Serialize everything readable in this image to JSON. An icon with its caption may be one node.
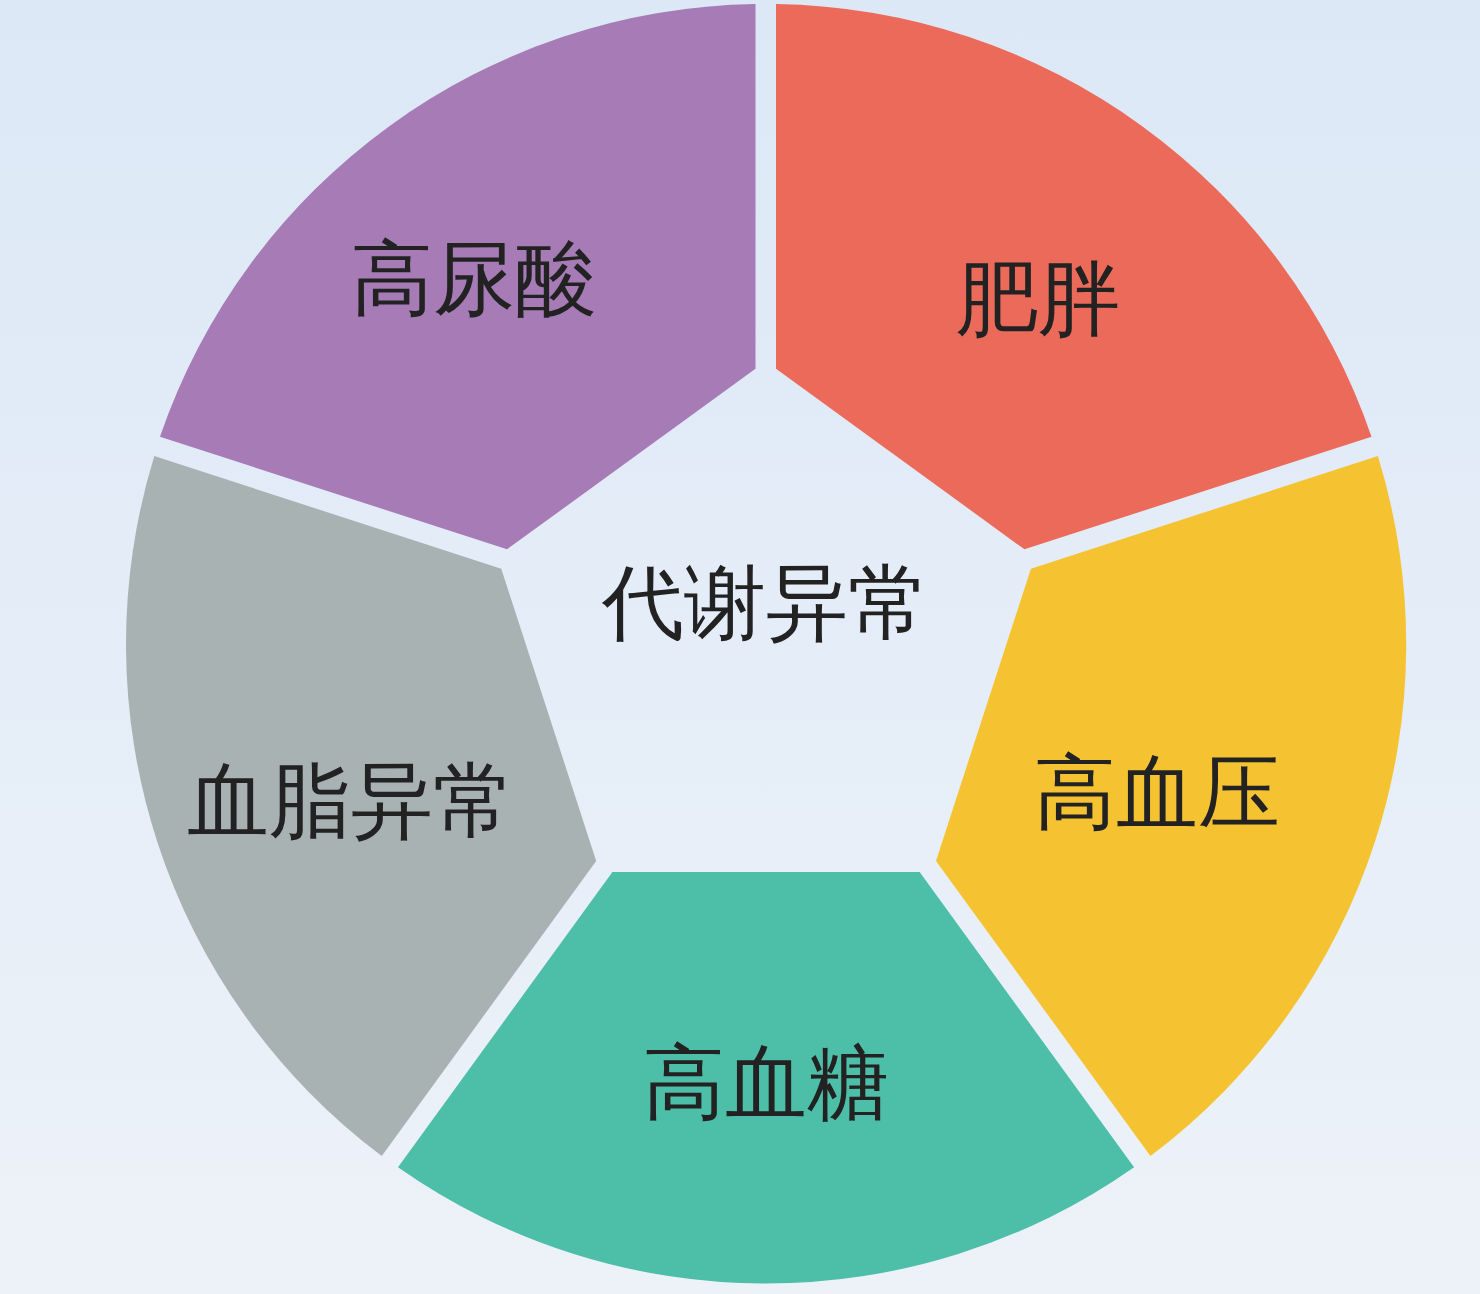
{
  "diagram": {
    "nodes": [
      {
        "text": [
          "高尿酸"
        ]
      },
      {
        "text": [
          "肥胖"
        ]
      },
      {
        "text": [
          "代谢异常"
        ]
      },
      {
        "text": [
          "血脂异常"
        ]
      },
      {
        "text": [
          "高血压"
        ]
      },
      {
        "text": [
          "高血糖"
        ]
      }
    ]
  }
}
